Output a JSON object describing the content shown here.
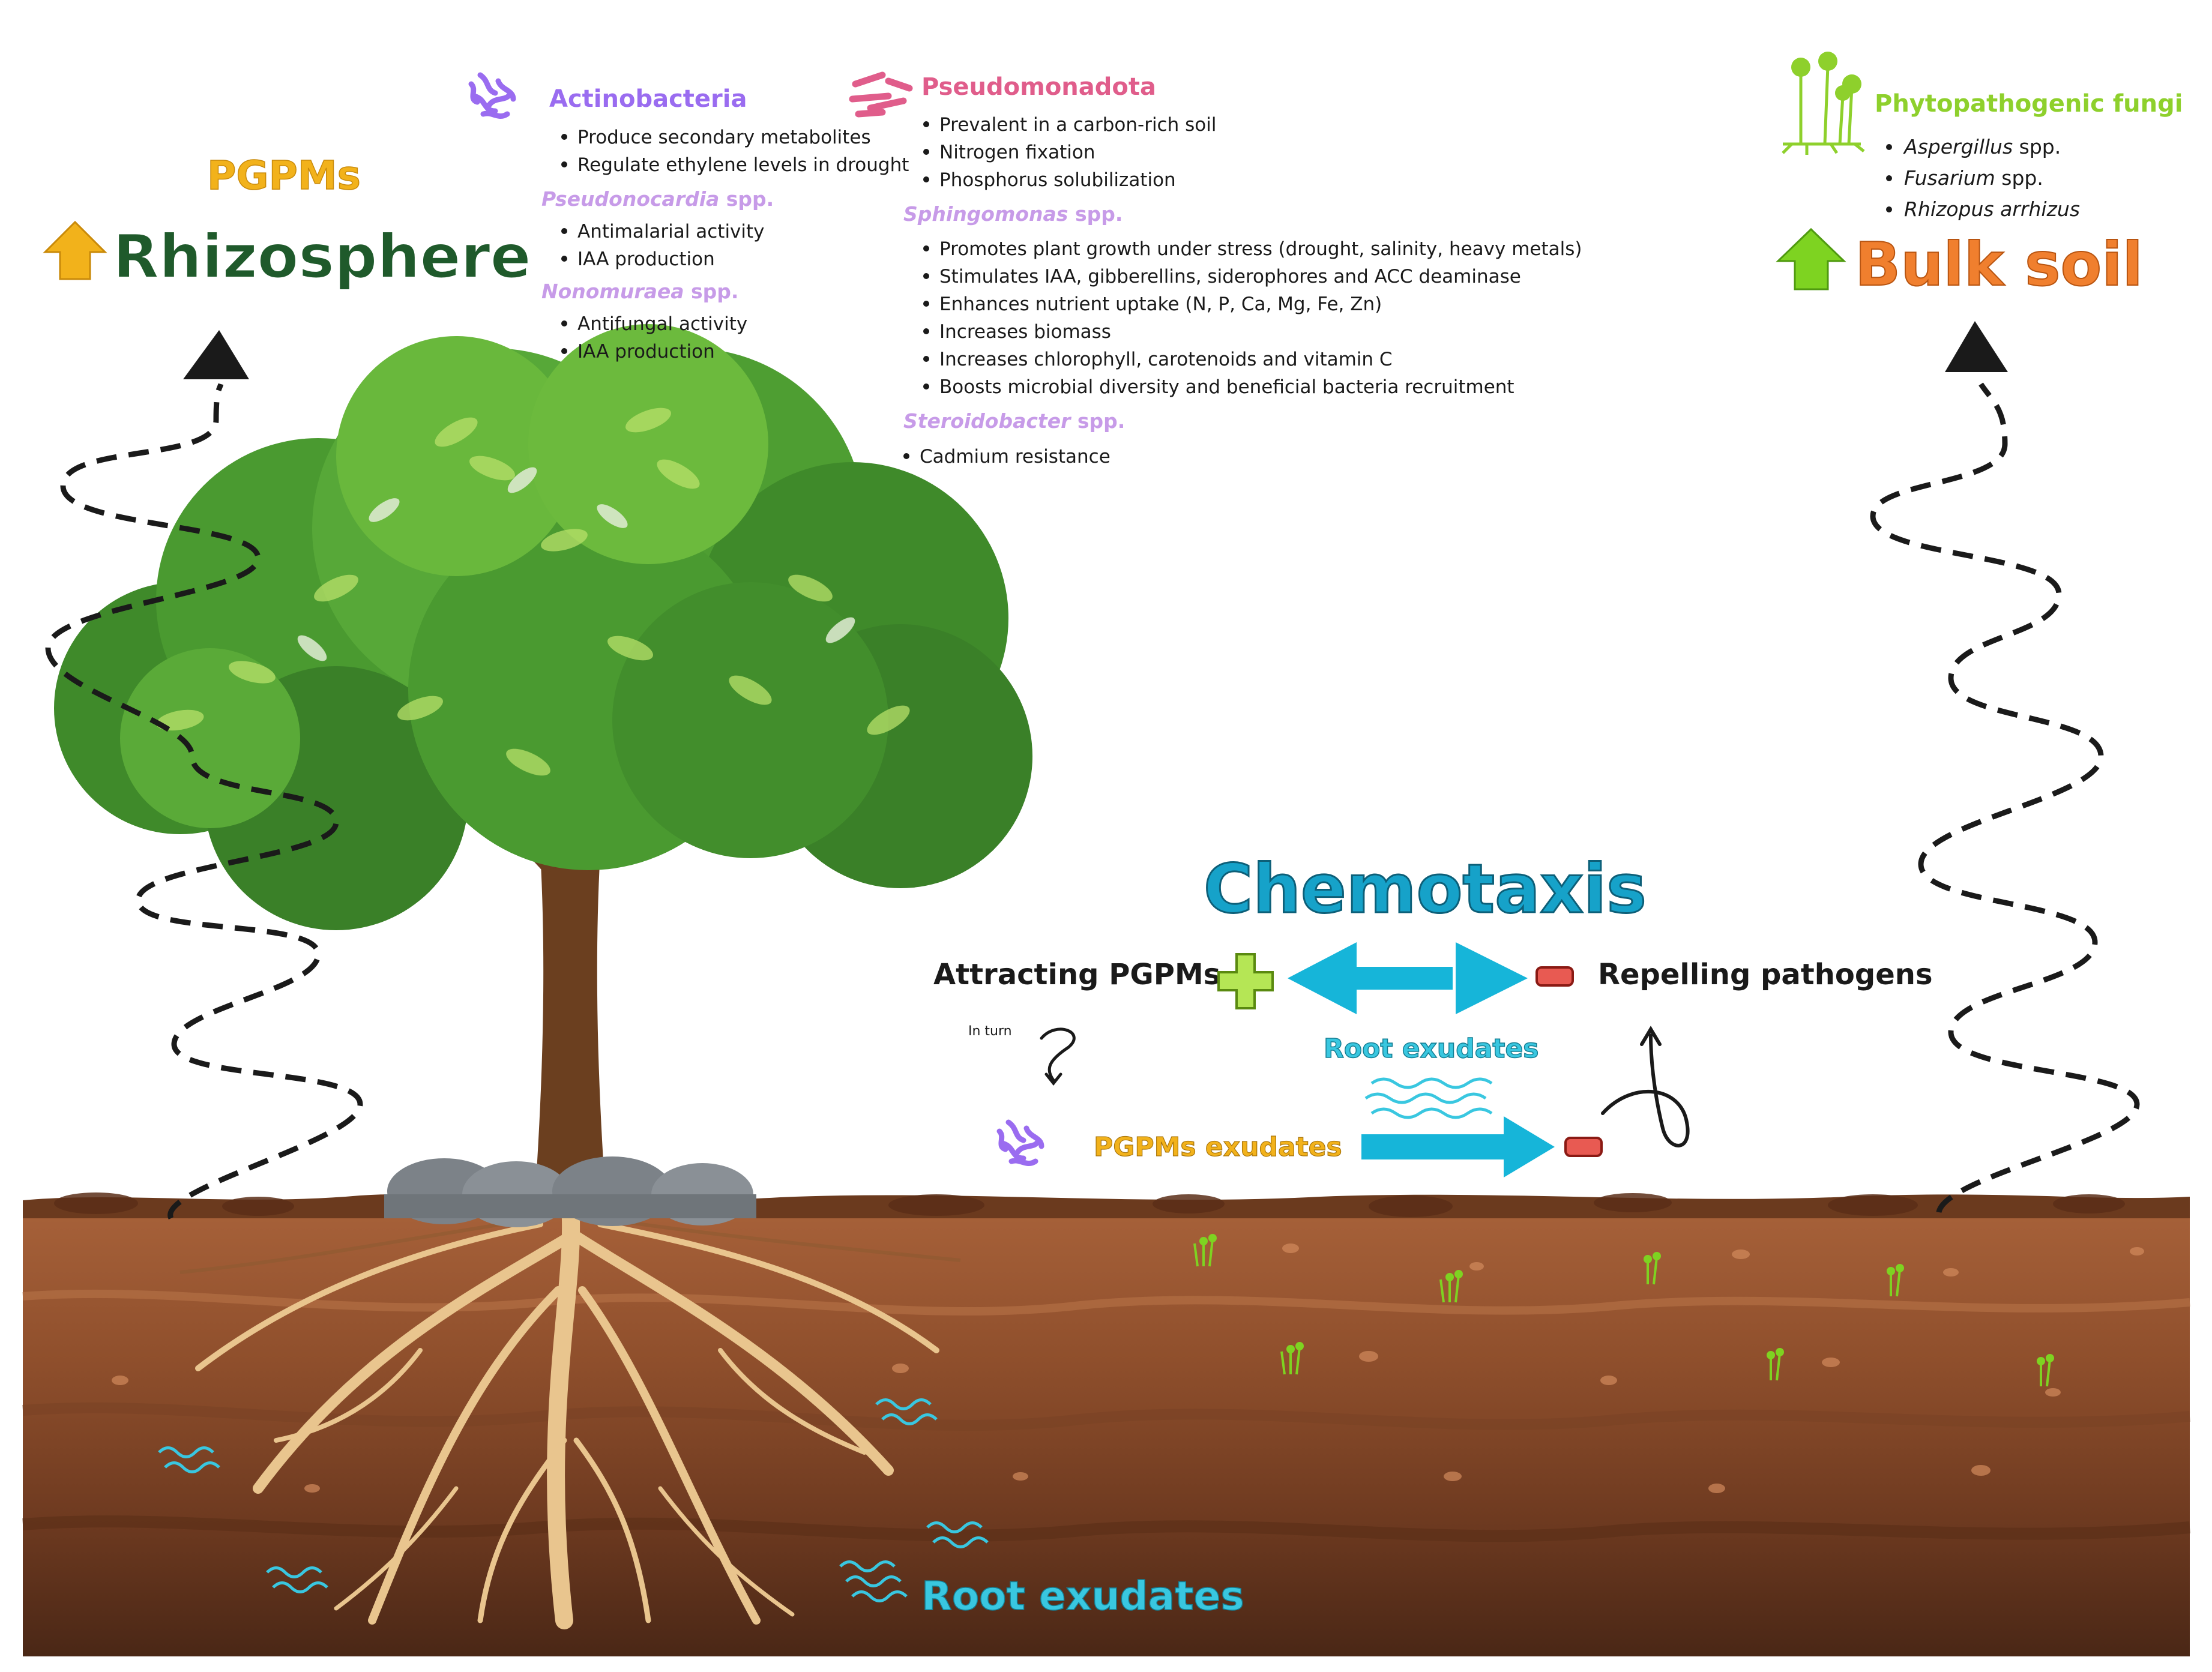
{
  "colors": {
    "pgpm_gold": "#f2b21b",
    "rhizosphere_green": "#1f5a2b",
    "bulk_soil_orange": "#f07f2e",
    "bulk_arrow_green": "#7ed321",
    "fungi_green": "#8ed02c",
    "chemotaxis_teal": "#16a2c9",
    "root_exudate_cyan": "#39c7e0",
    "actino_purple": "#9a6cf0",
    "pseudo_pink": "#e05d8b",
    "subgenus_lilac": "#c79be8",
    "minus_red": "#e85a52",
    "soil_dark": "#4a2716"
  },
  "left": {
    "pgpms_label": "PGPMs",
    "rhizosphere_label": "Rhizosphere"
  },
  "actinobacteria": {
    "title": "Actinobacteria",
    "bullets": [
      "Produce secondary metabolites",
      "Regulate ethylene levels in drought"
    ],
    "groups": [
      {
        "name": "Pseudonocardia",
        "suffix": " spp.",
        "bullets": [
          "Antimalarial activity",
          "IAA production"
        ]
      },
      {
        "name": "Nonomuraea",
        "suffix": " spp.",
        "bullets": [
          "Antifungal activity",
          "IAA production"
        ]
      }
    ]
  },
  "pseudomonadota": {
    "title": "Pseudomonadota",
    "bullets": [
      "Prevalent in a carbon-rich soil",
      "Nitrogen fixation",
      "Phosphorus solubilization"
    ],
    "groups": [
      {
        "name": "Sphingomonas",
        "suffix": " spp.",
        "bullets": [
          "Promotes plant growth under stress (drought, salinity, heavy metals)",
          "Stimulates IAA,  gibberellins, siderophores and ACC deaminase",
          "Enhances nutrient uptake (N, P, Ca, Mg, Fe, Zn)",
          "Increases biomass",
          "Increases chlorophyll, carotenoids and vitamin C",
          "Boosts microbial diversity and beneficial bacteria recruitment"
        ]
      },
      {
        "name": "Steroidobacter",
        "suffix": " spp.",
        "bullets": [
          "Cadmium resistance"
        ]
      }
    ]
  },
  "fungi": {
    "title": "Phytopathogenic fungi",
    "items": [
      {
        "name": "Aspergillus",
        "suffix": " spp."
      },
      {
        "name": "Fusarium",
        "suffix": " spp."
      },
      {
        "name": "Rhizopus arrhizus",
        "suffix": ""
      }
    ],
    "bulk_soil_label": "Bulk soil"
  },
  "chemotaxis": {
    "title": "Chemotaxis",
    "attracting": "Attracting PGPMs",
    "repelling": "Repelling pathogens",
    "in_turn": "In turn",
    "root_exudates": "Root exudates",
    "pgpms_exudates": "PGPMs exudates"
  },
  "soil": {
    "root_exudates": "Root exudates"
  },
  "icons": [
    "actinobacteria-icon",
    "pseudomonadota-icon",
    "fungi-icon",
    "tree-icon",
    "up-arrow-icon"
  ]
}
